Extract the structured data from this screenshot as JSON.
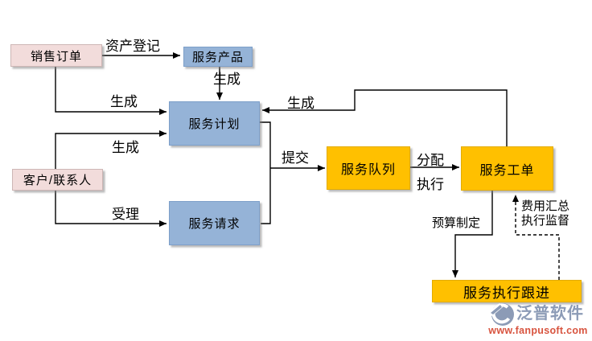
{
  "diagram": {
    "nodes": {
      "sales_order": "销售订单",
      "service_product": "服务产品",
      "service_plan": "服务计划",
      "customer_contact": "客户/联系人",
      "service_request": "服务请求",
      "service_queue": "服务队列",
      "service_work_order": "服务工单",
      "service_follow_up": "服务执行跟进"
    },
    "edge_labels": {
      "asset_register": "资产登记",
      "generate_product": "生成",
      "generate_from_sales": "生成",
      "generate_from_customer": "生成",
      "generate_feedback": "生成",
      "accept": "受理",
      "submit": "提交",
      "assign": "分配",
      "execute": "执行",
      "budget_making": "预算制定",
      "cost_summary": "费用汇总",
      "execution_supervision": "执行监督"
    },
    "colors": {
      "pink_fill": "#f2dcdb",
      "blue_fill": "#95b3d7",
      "orange_fill": "#ffc000",
      "line": "#000000"
    }
  },
  "watermark": {
    "brand": "泛普软件",
    "url": "www.fanpusoft.com",
    "brand_color": "#8c9bb6",
    "url_color": "#d8543f"
  }
}
